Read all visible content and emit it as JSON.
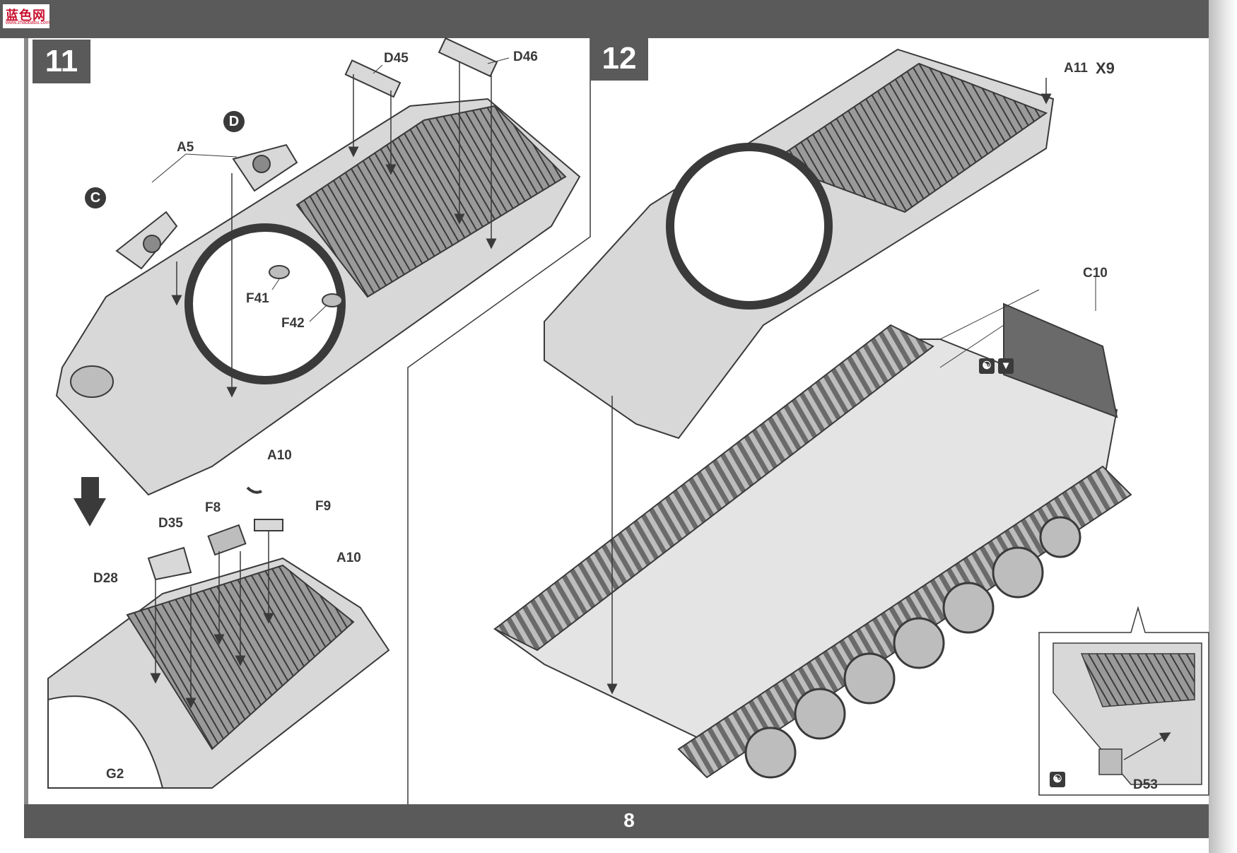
{
  "header": {
    "logo_text": "蓝色网",
    "logo_sub": "www.zhaobabu.com"
  },
  "steps": [
    {
      "number": "11"
    },
    {
      "number": "12"
    }
  ],
  "labels": {
    "d45": "D45",
    "d46": "D46",
    "a5": "A5",
    "d": "D",
    "c": "C",
    "f41": "F41",
    "f42": "F42",
    "a10_top": "A10",
    "f8": "F8",
    "f9": "F9",
    "d35": "D35",
    "a10_right": "A10",
    "d28": "D28",
    "g2": "G2",
    "a11": "A11",
    "x9": "X9",
    "c10": "C10",
    "d53": "D53"
  },
  "footer": {
    "page_number": "8"
  },
  "colors": {
    "bar": "#5a5a5a",
    "ink": "#3a3a3a",
    "part_fill": "#d8d8d8"
  }
}
